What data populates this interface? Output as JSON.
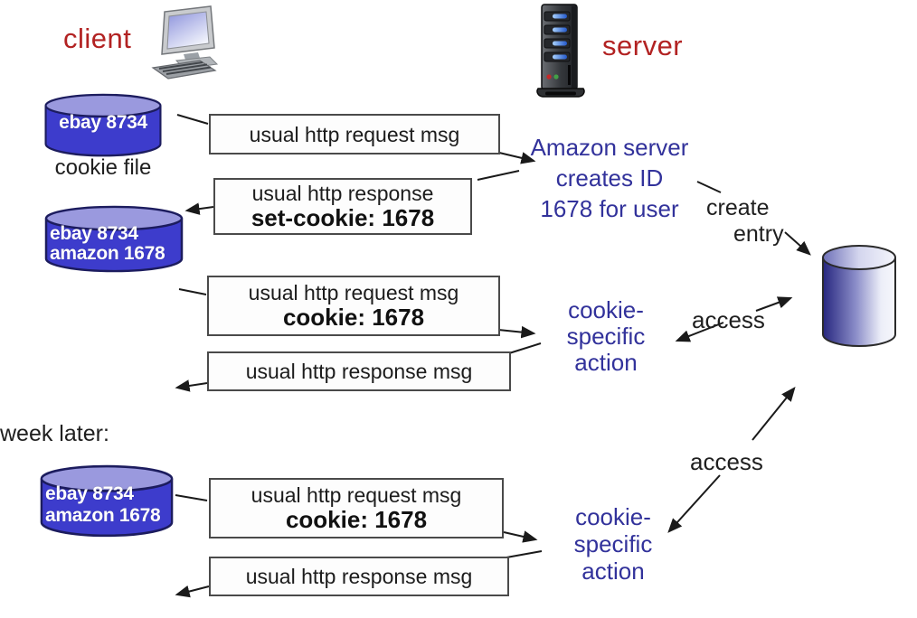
{
  "labels": {
    "client": "client",
    "server": "server"
  },
  "cylinders": {
    "cyl1": {
      "lines": [
        "ebay 8734"
      ],
      "caption": "cookie file"
    },
    "cyl2": {
      "lines": [
        "ebay 8734",
        "amazon 1678"
      ]
    },
    "cyl3": {
      "lines": [
        "ebay 8734",
        "amazon 1678"
      ]
    }
  },
  "boxes": {
    "req1": {
      "lines": [
        "usual http request msg"
      ]
    },
    "resp1": {
      "lines": [
        "usual http response",
        "set-cookie: 1678"
      ]
    },
    "req2": {
      "lines": [
        "usual http request msg",
        "cookie: 1678"
      ]
    },
    "resp2": {
      "lines": [
        "usual http response msg"
      ]
    },
    "req3": {
      "lines": [
        "usual http request msg",
        "cookie: 1678"
      ]
    },
    "resp3": {
      "lines": [
        "usual http response msg"
      ]
    }
  },
  "annotations": {
    "amazon_creates": {
      "lines": [
        "Amazon server",
        "creates ID",
        "1678 for user"
      ]
    },
    "create_entry": {
      "lines": [
        "create",
        "entry"
      ]
    },
    "access_top": "access",
    "access_bottom": "access",
    "cookie_action_top": {
      "lines": [
        "cookie-",
        "specific",
        "action"
      ]
    },
    "cookie_action_bottom": {
      "lines": [
        "cookie-",
        "specific",
        "action"
      ]
    },
    "week_later": "week later:"
  },
  "colors": {
    "heading_red": "#b22222",
    "annotation_blue": "#32329b",
    "cylinder_body": "#3d3ccc",
    "cylinder_top": "#9a99de",
    "backend_db_gradient": [
      "#26267e",
      "#f6f7fc"
    ],
    "arrow": "#1a1a1a",
    "box_border": "#4a4a4a"
  }
}
